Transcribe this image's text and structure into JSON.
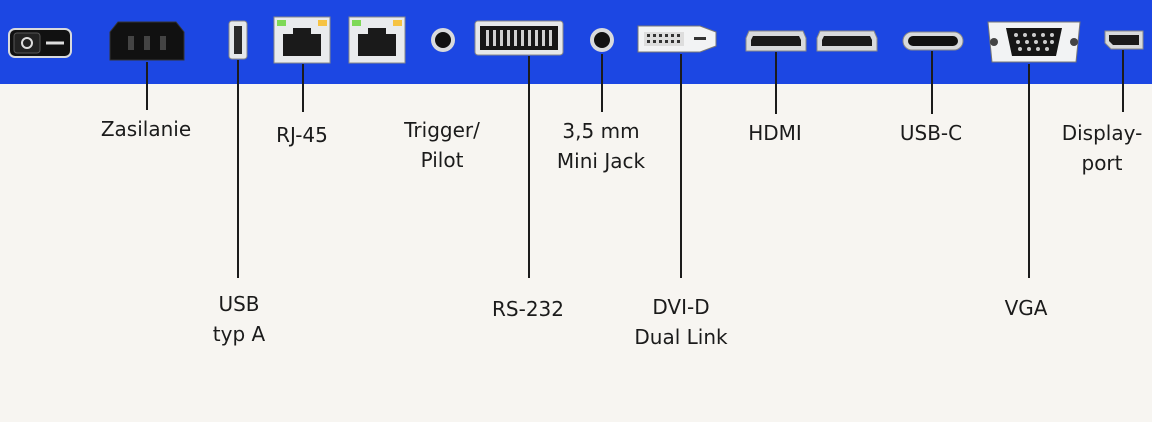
{
  "colors": {
    "panel": "#1c47e3",
    "background": "#f7f5f1",
    "connector": "#111111",
    "silver": "#d8dadc",
    "text": "#1b1b1b"
  },
  "icons": [
    "power-switch-icon",
    "power-socket-icon",
    "usb-a-port-icon",
    "rj45-port-icon",
    "rj45-port-icon",
    "trigger-jack-icon",
    "rs232-port-icon",
    "mini-jack-icon",
    "dvi-port-icon",
    "hdmi-port-icon",
    "hdmi-port-icon",
    "usb-c-port-icon",
    "vga-port-icon",
    "displayport-icon"
  ],
  "labels": {
    "zasilanie": "Zasilanie",
    "usb_a": "USB\ntyp A",
    "rj45": "RJ-45",
    "trigger": "Trigger/\nPilot",
    "rs232": "RS-232",
    "mini_jack": "3,5 mm\nMini Jack",
    "dvi": "DVI-D\nDual Link",
    "hdmi": "HDMI",
    "usbc": "USB-C",
    "vga": "VGA",
    "displayport": "Display-\nport"
  }
}
